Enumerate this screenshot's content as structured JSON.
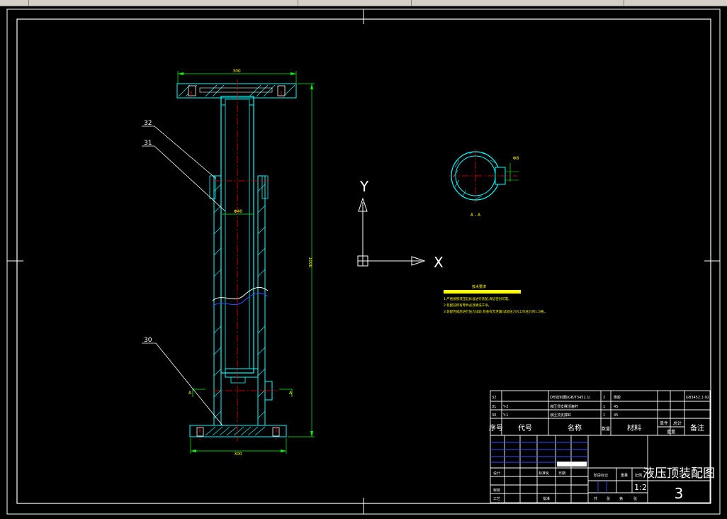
{
  "labels": {
    "leader_32": "32",
    "leader_31": "31",
    "leader_30": "30",
    "dim_top": "300",
    "dim_bottom": "300",
    "dim_height": "1000",
    "dim_bore": "Φ40",
    "dim_hole": "Φ8",
    "section_label": "A - A",
    "section_mark_left": "A",
    "section_mark_right": "A"
  },
  "axes": {
    "y_label": "Y",
    "x_label": "X"
  },
  "notes": {
    "heading": "技术要求",
    "line1": "1.严格按照液压缸标准进行装配,保证密封可靠。",
    "line2": "2.装配前所有零件必须清洗干净。",
    "line3": "3.装配完成后进行压力试验,检查有无泄漏(试验压力为工作压力的1.5倍)。"
  },
  "title_block": {
    "parts": [
      {
        "no": "32",
        "code": "",
        "name": "O形密封圈(GB/T3452.1)",
        "qty": "2",
        "material": "橡胶",
        "remark": "GB3452.1-92"
      },
      {
        "no": "31",
        "code": "Y-2",
        "name": "液压顶支撑活塞杆",
        "qty": "1",
        "material": "45",
        "remark": ""
      },
      {
        "no": "30",
        "code": "Y-1",
        "name": "液压顶支撑缸",
        "qty": "1",
        "material": "45",
        "remark": ""
      }
    ],
    "headers": {
      "no": "序号",
      "code": "代号",
      "name": "名称",
      "qty": "数量",
      "material": "材料",
      "unit_weight": "单件",
      "total_weight": "总计",
      "weight": "重量",
      "remark": "备注"
    },
    "sign_labels": {
      "design": "设计",
      "standard": "标准化",
      "check": "审核",
      "process": "工艺",
      "approve": "批准",
      "date": "日期"
    },
    "drawing_title": "液压顶装配图",
    "drawing_number": "3",
    "scale": "1:2",
    "stage_labels": {
      "marks": "阶段标记",
      "weight": "重量",
      "scale": "比例"
    },
    "sheet_labels": {
      "total": "共",
      "sheet_total": "张",
      "no": "第",
      "sheet_no": "张"
    }
  },
  "colors": {
    "line": "#ffffff",
    "section": "#00ffff",
    "center": "#ff0000",
    "dim": "#00ff00",
    "text": "#ffff00",
    "blue": "#3050ff"
  }
}
